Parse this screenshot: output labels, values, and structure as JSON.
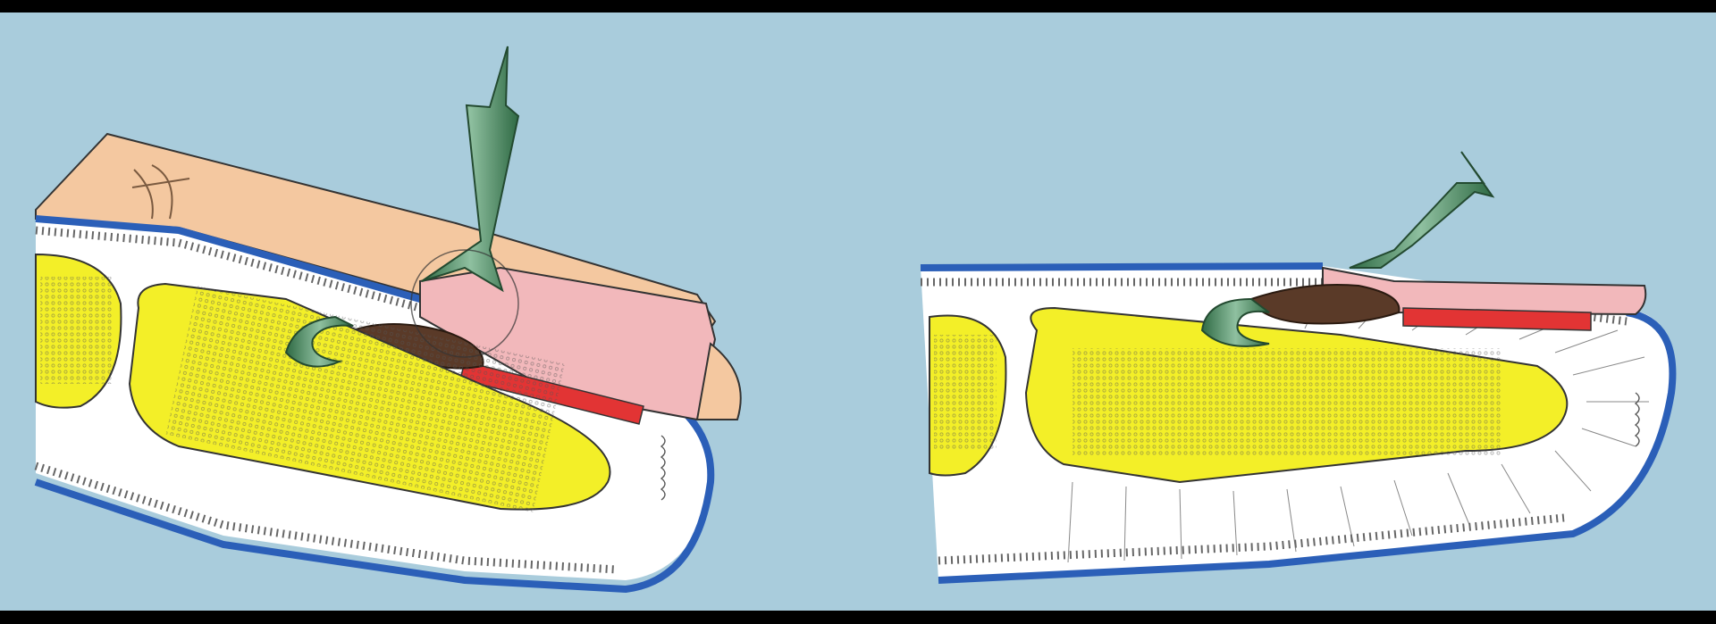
{
  "figure": {
    "panels": [
      {
        "id": "left",
        "subject": "fingertip-with-nail-fold"
      },
      {
        "id": "right",
        "subject": "fingertip-nail-bed-section"
      }
    ],
    "colors": {
      "background": "#a9ccdc",
      "frame": "#000000",
      "skin": "#f4c8a0",
      "skin_shadow": "#e8b48a",
      "epidermis": "#2b5fb8",
      "bone": "#f3ef28",
      "nail_pink": "#f2b8bb",
      "nail_red": "#e23434",
      "matrix": "#5a3a28",
      "instrument": "#3f7a52"
    },
    "icons": [
      "surgical-elevator-icon",
      "scalpel-icon"
    ]
  }
}
